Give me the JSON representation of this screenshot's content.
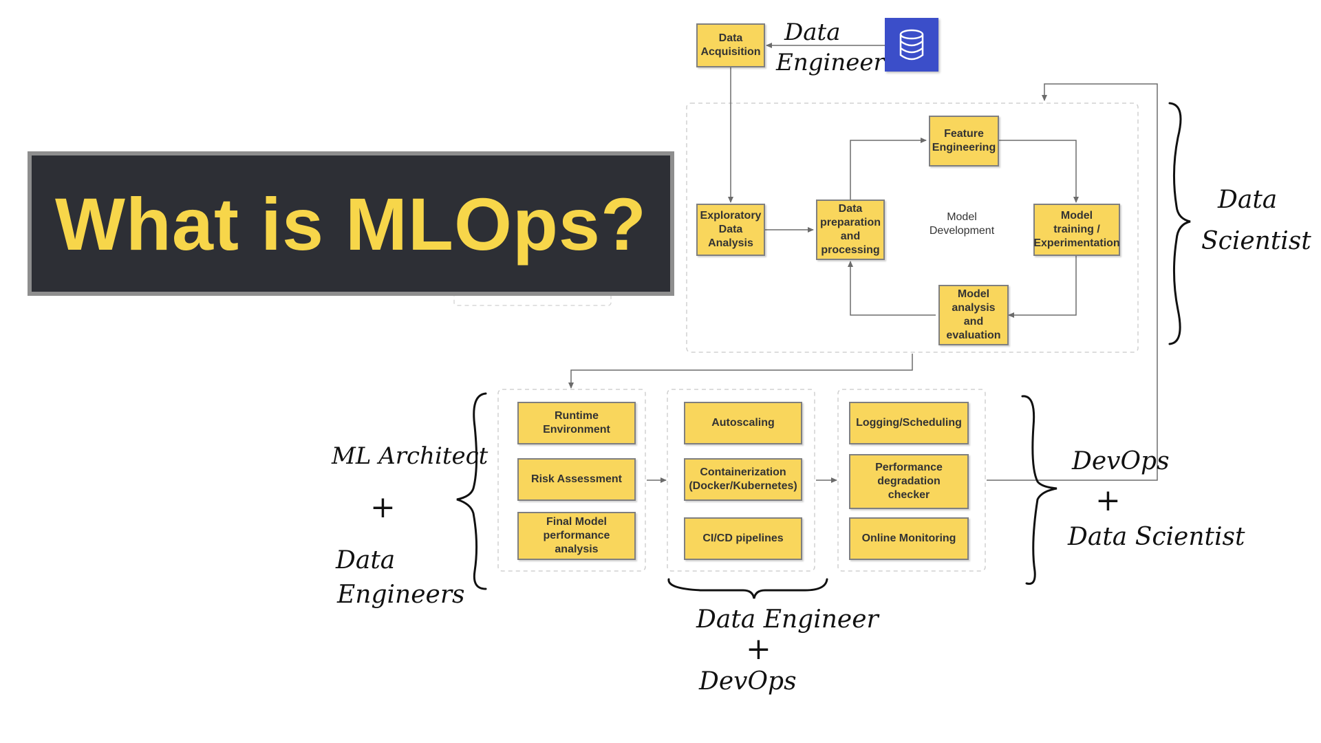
{
  "title": "What is MLOps?",
  "colors": {
    "box_fill": "#f9d65c",
    "title_bg": "#2d2f35",
    "title_text": "#f7d64a",
    "db_icon": "#3b4ec9"
  },
  "top": {
    "data_acquisition": "Data\nAcquisition",
    "db_icon_name": "database-icon"
  },
  "model_dev": {
    "eda": "Exploratory\nData\nAnalysis",
    "data_prep": "Data\npreparation\nand\nprocessing",
    "feature_eng": "Feature\nEngineering",
    "center_label": "Model\nDevelopment",
    "model_training": "Model\ntraining /\nExperimentation",
    "model_analysis": "Model\nanalysis\nand\nevaluation"
  },
  "group1": {
    "runtime": "Runtime\nEnvironment",
    "risk": "Risk Assessment",
    "final_model": "Final Model\nperformance\nanalysis"
  },
  "group2": {
    "autoscaling": "Autoscaling",
    "containerization": "Containerization\n(Docker/Kubernetes)",
    "cicd": "CI/CD pipelines"
  },
  "group3": {
    "logging": "Logging/Scheduling",
    "perf_checker": "Performance\ndegradation\nchecker",
    "online_monitoring": "Online Monitoring"
  },
  "annotations": {
    "data_engineer_top_1": "Data",
    "data_engineer_top_2": "Engineer",
    "data_scientist_1": "Data",
    "data_scientist_2": "Scientist",
    "ml_architect": "ML Architect",
    "plus": "+",
    "data_engineers_1": "Data",
    "data_engineers_2": "Engineers",
    "bottom_data_engineer": "Data Engineer",
    "bottom_devops": "DevOps",
    "devops": "DevOps",
    "data_scientist_bottom": "Data Scientist"
  }
}
